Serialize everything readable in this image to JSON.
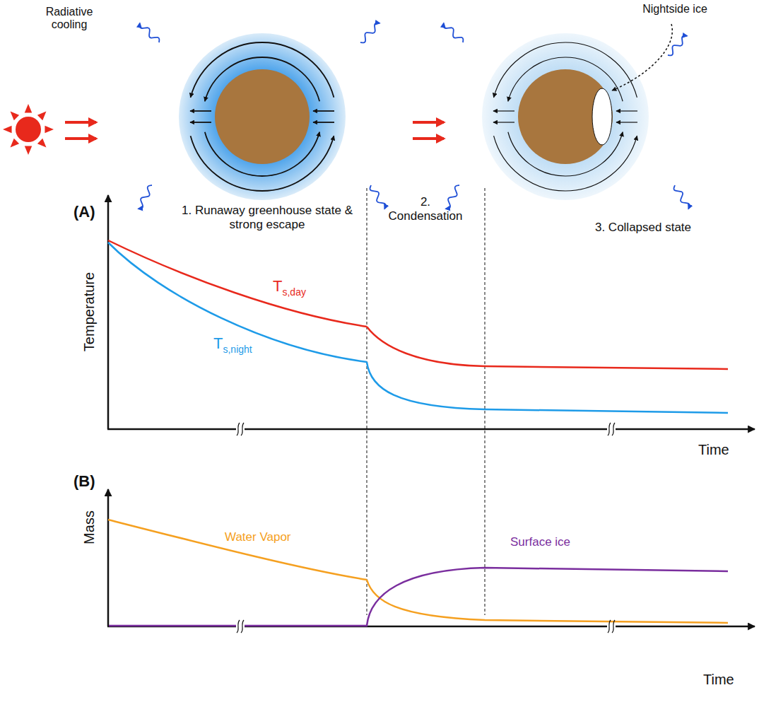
{
  "diagram": {
    "labels": [
      "Radiative cooling",
      "Nightside ice",
      "(A)",
      "1. Runaway greenhouse state & strong escape",
      "2. Condensation",
      "3. Collapsed state",
      "Temperature",
      "Ts,day",
      "Ts,night",
      "Time",
      "(B)",
      "Mass",
      "Water Vapor",
      "Surface ice",
      "Time"
    ]
  }
}
